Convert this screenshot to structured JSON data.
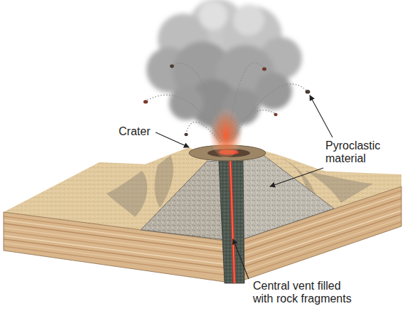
{
  "diagram": {
    "labels": [
      "Crater",
      "Pyroclastic material",
      "Central vent filled with rock fragments"
    ]
  }
}
